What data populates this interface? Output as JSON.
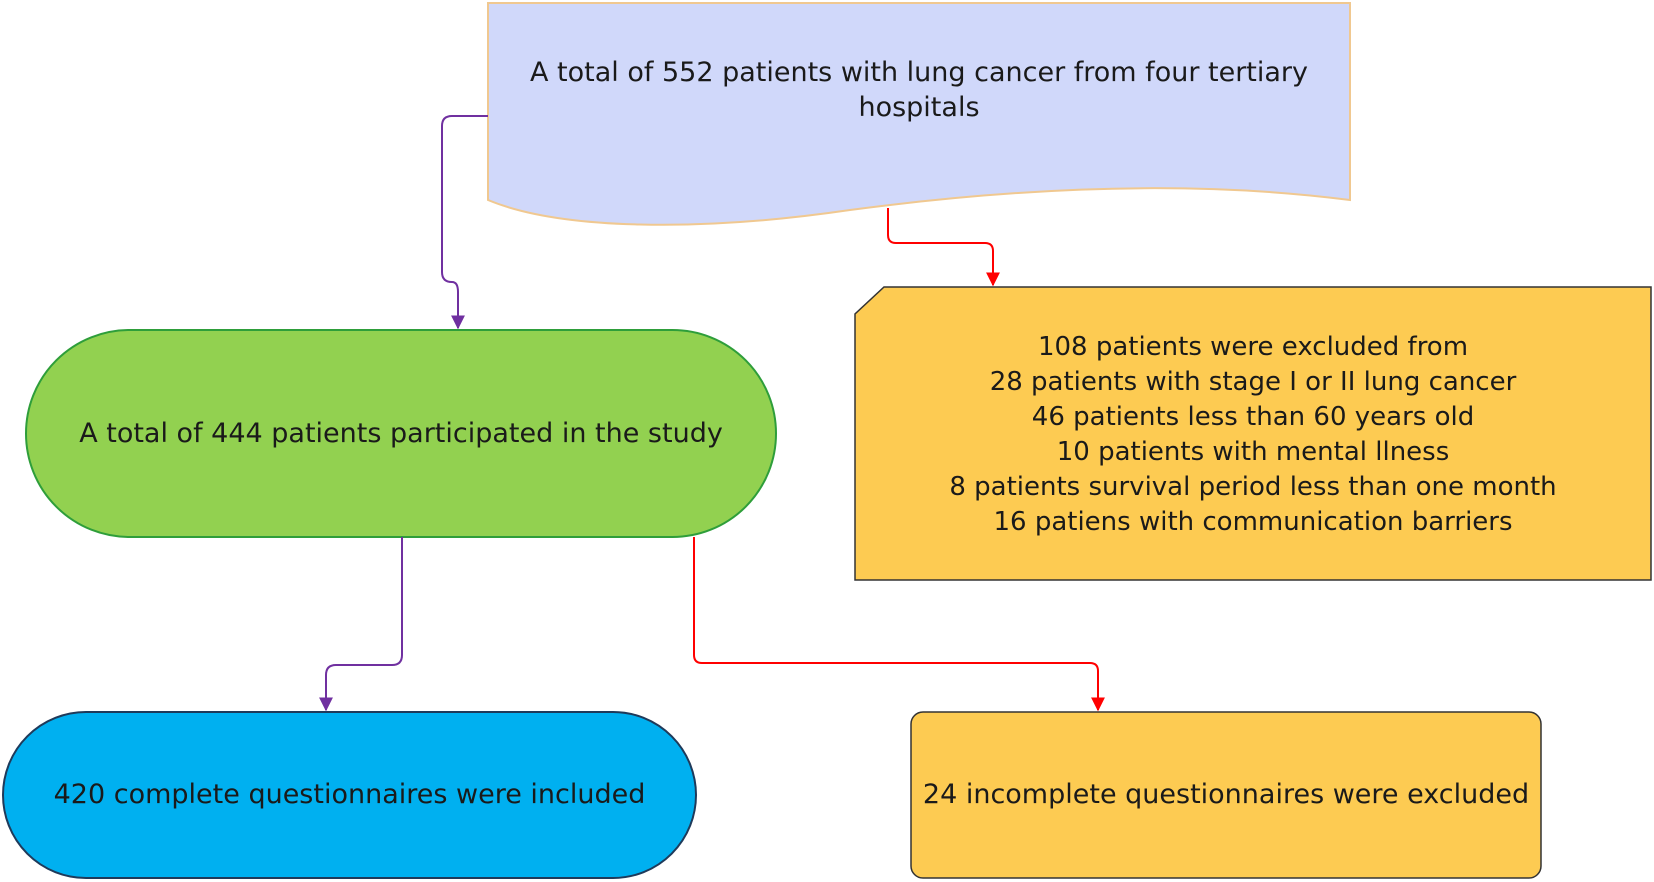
{
  "flowchart": {
    "source_node": {
      "label": "A total of 552 patients with lung cancer  from four tertiary hospitals",
      "fill": "#d0d8fa",
      "stroke": "#f0c890"
    },
    "exclusion_node": {
      "lines": [
        "108 patients were excluded from",
        "28 patients with stage I or  II lung cancer",
        "46 patients less than 60 years old",
        "10 patients with mental llness",
        "8 patients survival period less than one month",
        "16 patiens with communication barriers"
      ],
      "fill": "#fdcb52"
    },
    "participants_node": {
      "label": "A total of 444 patients participated in the study",
      "fill": "#92d150",
      "stroke": "#2e9e3a"
    },
    "included_node": {
      "label": "420 complete questionnaires were included",
      "fill": "#00b0f0"
    },
    "incomplete_node": {
      "label": "24 incomplete questionnaires were excluded",
      "fill": "#fdcb52"
    },
    "connector_colors": {
      "inclusion": "#7030a0",
      "exclusion": "#ff0000"
    }
  }
}
